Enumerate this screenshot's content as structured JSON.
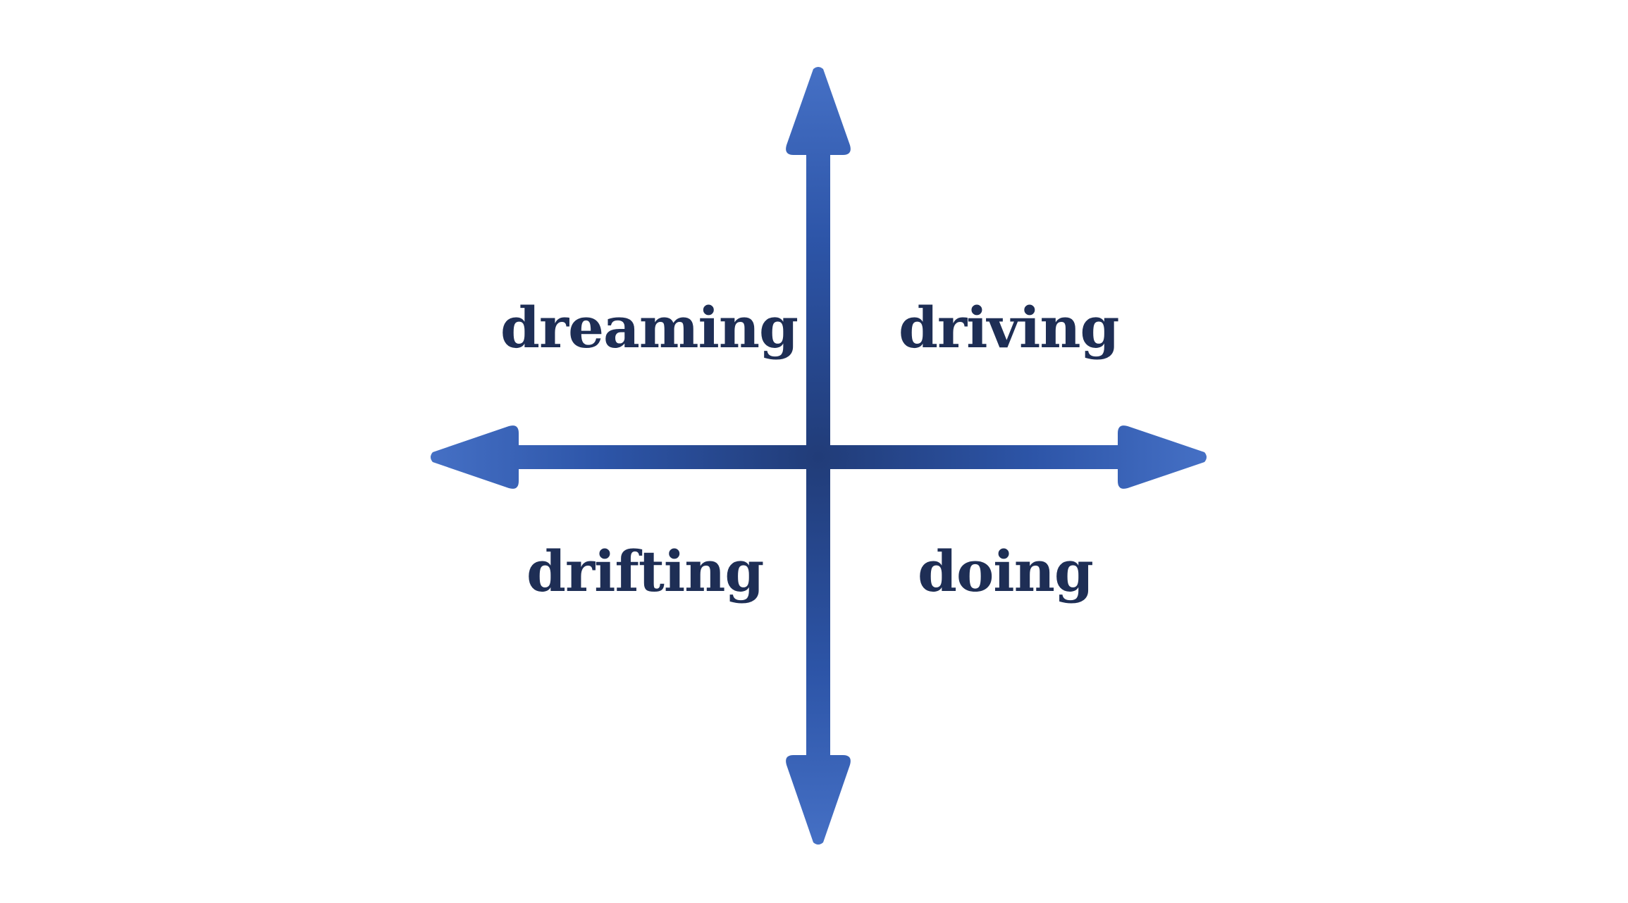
{
  "diagram": {
    "type": "quadrant",
    "colors": {
      "text": "#1E2E55",
      "axis_center": "#213C78",
      "axis_mid": "#2D55A8",
      "axis_tip": "#4671C6",
      "background": "#FFFFFF"
    },
    "axes": {
      "horizontal": {
        "arrows": [
          "left",
          "right"
        ]
      },
      "vertical": {
        "arrows": [
          "up",
          "down"
        ]
      }
    },
    "quadrants": {
      "top_left": "dreaming",
      "top_right": "driving",
      "bottom_left": "drifting",
      "bottom_right": "doing"
    }
  }
}
